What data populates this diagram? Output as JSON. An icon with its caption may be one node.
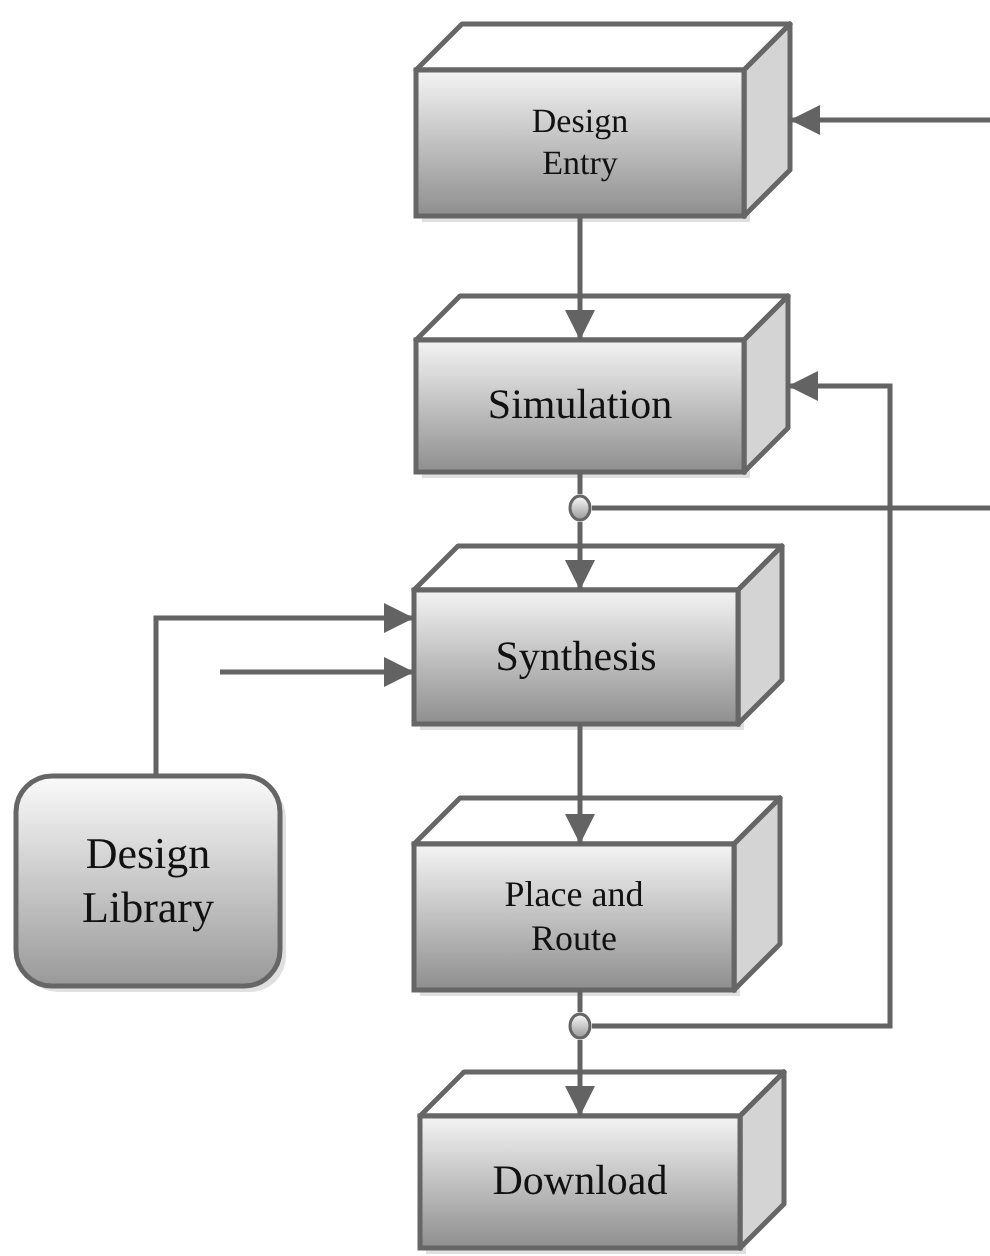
{
  "diagram": {
    "nodes": [
      {
        "text": [
          "Design Entry"
        ]
      },
      {
        "text": [
          "Simulation"
        ]
      },
      {
        "text": [
          "Synthesis"
        ]
      },
      {
        "text": [
          "Design Library"
        ]
      },
      {
        "text": [
          "Place and Route"
        ]
      },
      {
        "text": [
          "Download"
        ]
      },
      {
        "text": [],
        "shape": "circle"
      },
      {
        "text": [],
        "shape": "circle"
      }
    ],
    "edges": [
      {
        "from": 0,
        "to": 1,
        "arrow": "to"
      },
      {
        "from": null,
        "to": 0,
        "arrow": "to"
      },
      {
        "from": 1,
        "to": 6,
        "arrow": "none"
      },
      {
        "from": 6,
        "to": 2,
        "arrow": "to"
      },
      {
        "from": 6,
        "to": null,
        "arrow": "none"
      },
      {
        "from": 3,
        "to": 2,
        "arrow": "to"
      },
      {
        "from": null,
        "to": 2,
        "arrow": "to"
      },
      {
        "from": 2,
        "to": 4,
        "arrow": "to"
      },
      {
        "from": 4,
        "to": 7,
        "arrow": "none"
      },
      {
        "from": 7,
        "to": 5,
        "arrow": "to"
      },
      {
        "from": 7,
        "to": 1,
        "arrow": "to"
      }
    ]
  }
}
